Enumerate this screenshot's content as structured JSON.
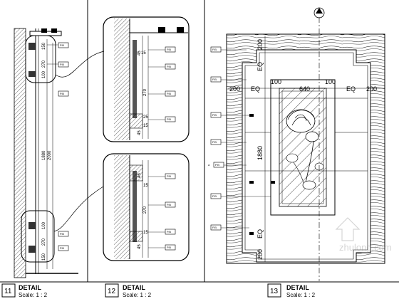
{
  "details": [
    {
      "number": "11",
      "title": "DETAIL",
      "scale": "Scale: 1 : 2"
    },
    {
      "number": "12",
      "title": "DETAIL",
      "scale": "Scale: 1 : 2"
    },
    {
      "number": "13",
      "title": "DETAIL",
      "scale": "Scale: 1 : 2"
    }
  ],
  "detail11": {
    "dims_top": [
      "150",
      "270",
      "100"
    ],
    "dims_overall": [
      "1880",
      "2000"
    ],
    "dims_bottom": [
      "100",
      "270",
      "150"
    ]
  },
  "detail12": {
    "dims_top": [
      "45",
      "15",
      "270",
      "25",
      "15",
      "45"
    ],
    "dims_bottom": [
      "45",
      "15",
      "270",
      "15",
      "45"
    ]
  },
  "detail13": {
    "top_dims": [
      "200",
      "EQ"
    ],
    "row_dims": [
      "200",
      "EQ",
      "100",
      "640",
      "100",
      "EQ",
      "200"
    ],
    "center_dim": "1880",
    "bottom_dims": [
      "EQ",
      "200"
    ]
  },
  "tags": {
    "label": "P.B",
    "sub": "a"
  },
  "watermark": "zhulong.com"
}
